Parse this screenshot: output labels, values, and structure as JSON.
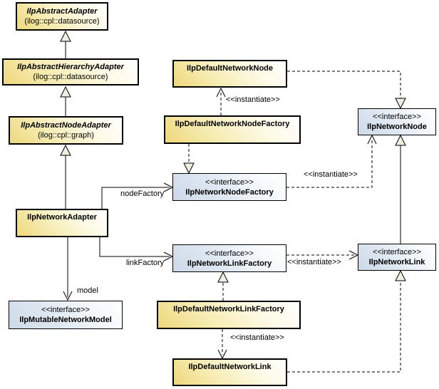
{
  "diagram": {
    "boxes": {
      "abstract_adapter": {
        "title": "IlpAbstractAdapter",
        "subtitle": "(ilog::cpl::datasource)"
      },
      "abstract_hierarchy_adapter": {
        "title": "IlpAbstractHierarchyAdapter",
        "subtitle": "(ilog::cpl::datasource)"
      },
      "abstract_node_adapter": {
        "title": "IlpAbstractNodeAdapter",
        "subtitle": "(ilog::cpl::graph)"
      },
      "network_adapter": {
        "title": "IlpNetworkAdapter"
      },
      "default_network_node": {
        "title": "IlpDefaultNetworkNode"
      },
      "default_network_node_factory": {
        "title": "IlpDefaultNetworkNodeFactory"
      },
      "network_node": {
        "stereotype": "<<interface>>",
        "title": "IlpNetworkNode"
      },
      "network_node_factory": {
        "stereotype": "<<interface>>",
        "title": "IlpNetworkNodeFactory"
      },
      "network_link_factory": {
        "stereotype": "<<interface>>",
        "title": "IlpNetworkLinkFactory"
      },
      "network_link": {
        "stereotype": "<<interface>>",
        "title": "IlpNetworkLink"
      },
      "mutable_network_model": {
        "stereotype": "<<interface>>",
        "title": "IlpMutableNetworkModel"
      },
      "default_network_link_factory": {
        "title": "IlpDefaultNetworkLinkFactory"
      },
      "default_network_link": {
        "title": "IlpDefaultNetworkLink"
      }
    },
    "edge_labels": {
      "instantiate": "<<instantiate>>",
      "node_factory": "nodeFactory",
      "link_factory": "linkFactory",
      "model": "model"
    },
    "colors": {
      "class_fill": "#eed87c",
      "interface_fill": "#ccd9e8",
      "arrow_fill": "#f0eee1",
      "line": "#000000"
    }
  }
}
